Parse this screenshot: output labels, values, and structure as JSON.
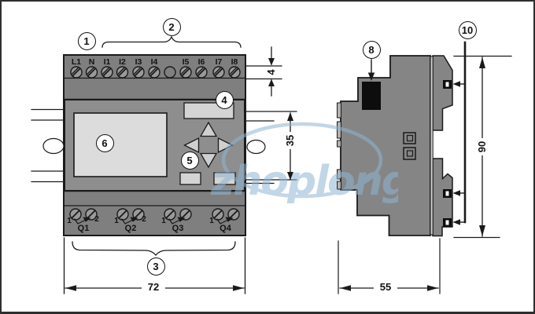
{
  "watermark": {
    "text": "zhoplong",
    "color": "#8fb6d4"
  },
  "colors": {
    "device_body": "#7f7f7f",
    "device_face": "#8e8e8e",
    "panel_light": "#d9d9d9",
    "connector_black": "#0d0d0d",
    "outline": "#1a1a1a",
    "background": "#ffffff"
  },
  "callouts": {
    "power_terminals": "1",
    "input_terminals": "2",
    "output_terminals": "3",
    "label_slot": "4",
    "cursor_keys": "5",
    "display": "6",
    "expansion_connector": "8",
    "din_rail": "10"
  },
  "front_view": {
    "input_labels": [
      "L1",
      "N",
      "I1",
      "I2",
      "I3",
      "I4",
      "I5",
      "I6",
      "I7",
      "I8"
    ],
    "outputs": [
      {
        "pin_left": "1",
        "pin_right": "2",
        "label": "Q1"
      },
      {
        "pin_left": "1",
        "pin_right": "2",
        "label": "Q2"
      },
      {
        "pin_left": "1",
        "label": "Q3"
      },
      {
        "pin_left": "1",
        "label": "Q4"
      }
    ],
    "dimensions": {
      "width_mm": "72",
      "terminal_row_mm": "4",
      "din_mm": "35"
    }
  },
  "side_view": {
    "dimensions": {
      "depth_mm": "55",
      "height_mm": "90"
    }
  }
}
